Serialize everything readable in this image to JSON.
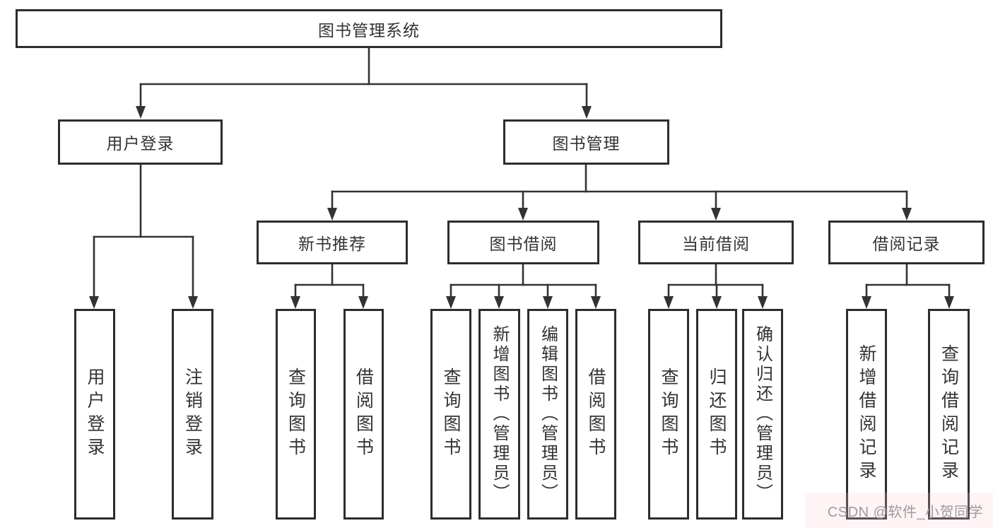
{
  "root": {
    "label": "图书管理系统"
  },
  "level2": [
    {
      "label": "用户登录"
    },
    {
      "label": "图书管理"
    }
  ],
  "level3": [
    {
      "label": "新书推荐",
      "parent": "图书管理"
    },
    {
      "label": "图书借阅",
      "parent": "图书管理"
    },
    {
      "label": "当前借阅",
      "parent": "图书管理"
    },
    {
      "label": "借阅记录",
      "parent": "图书管理"
    }
  ],
  "leaves": [
    {
      "label": "用户登录",
      "parent": "用户登录"
    },
    {
      "label": "注销登录",
      "parent": "用户登录"
    },
    {
      "label": "查询图书",
      "parent": "新书推荐"
    },
    {
      "label": "借阅图书",
      "parent": "新书推荐"
    },
    {
      "label": "查询图书",
      "parent": "图书借阅"
    },
    {
      "label": "新增图书（管理员）",
      "parent": "图书借阅"
    },
    {
      "label": "编辑图书（管理员）",
      "parent": "图书借阅"
    },
    {
      "label": "借阅图书",
      "parent": "图书借阅"
    },
    {
      "label": "查询图书",
      "parent": "当前借阅"
    },
    {
      "label": "归还图书",
      "parent": "当前借阅"
    },
    {
      "label": "确认归还（管理员）",
      "parent": "当前借阅"
    },
    {
      "label": "新增借阅记录",
      "parent": "借阅记录"
    },
    {
      "label": "查询借阅记录",
      "parent": "借阅记录"
    }
  ],
  "watermark": {
    "text": "CSDN @软件_小贺同学"
  },
  "colors": {
    "line": "#333333",
    "box_border": "#2d2d2d",
    "text": "#333333",
    "watermark_text": "#9c9c9c",
    "background": "#ffffff"
  }
}
